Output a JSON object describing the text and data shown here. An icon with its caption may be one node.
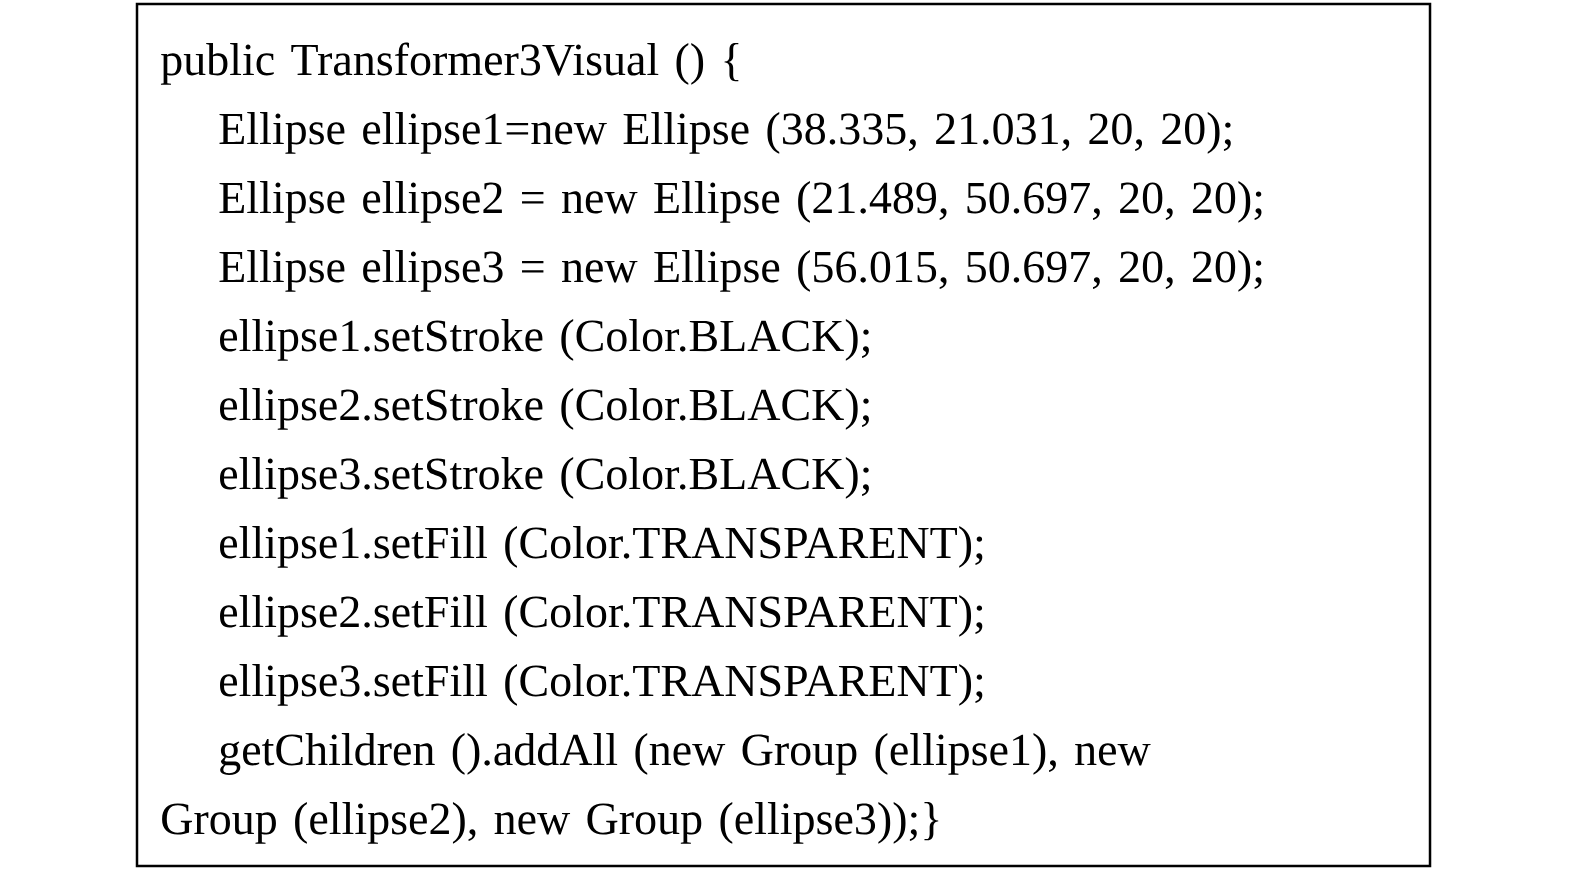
{
  "diagram": {
    "nodes": [
      {
        "text": [
          "public Transformer3Visual () {",
          "Ellipse ellipse1=new Ellipse (38.335, 21.031, 20, 20);",
          "Ellipse ellipse2 = new Ellipse (21.489, 50.697, 20, 20);",
          "Ellipse ellipse3 = new Ellipse (56.015, 50.697, 20, 20);",
          "ellipse1.setStroke (Color.BLACK);",
          "ellipse2.setStroke (Color.BLACK);",
          "ellipse3.setStroke (Color.BLACK);",
          "ellipse1.setFill (Color.TRANSPARENT);",
          "ellipse2.setFill (Color.TRANSPARENT);",
          "ellipse3.setFill (Color.TRANSPARENT);",
          "getChildren ().addAll (new Group (ellipse1), new Group (ellipse2), new Group (ellipse3));}"
        ]
      }
    ]
  }
}
